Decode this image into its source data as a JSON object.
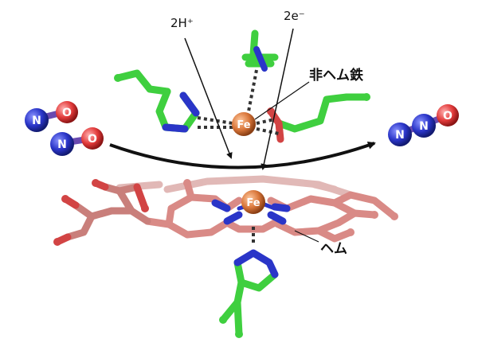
{
  "labels": {
    "protons": "2H⁺",
    "electrons": "2e⁻",
    "nonheme_iron": "非ヘム鉄",
    "heme": "ヘム"
  },
  "atoms": {
    "iron": "Fe",
    "nitrogen": "N",
    "oxygen": "O"
  },
  "colors": {
    "carbon_green": "#3fcf3f",
    "heme_pink": "#d98a86",
    "nitrogen_blue": "#2a35c8",
    "oxygen_red": "#e23a3a",
    "iron_orange": "#d9763a",
    "arrow": "#111111"
  }
}
